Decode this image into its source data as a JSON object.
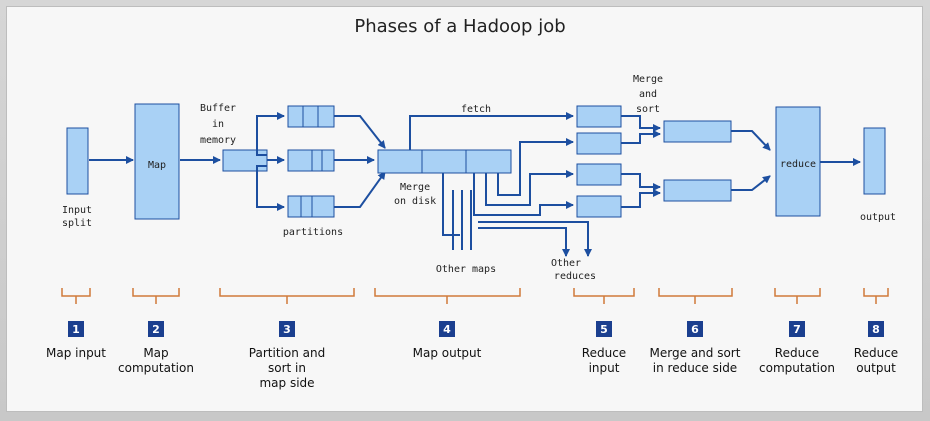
{
  "title": "Phases of a Hadoop job",
  "labels": {
    "input_split_1": "Input",
    "input_split_2": "split",
    "map": "Map",
    "buffer_1": "Buffer",
    "buffer_2": "in",
    "buffer_3": "memory",
    "partitions": "partitions",
    "fetch": "fetch",
    "merge_disk_1": "Merge",
    "merge_disk_2": "on disk",
    "other_maps": "Other maps",
    "other_reduces_1": "Other",
    "other_reduces_2": "reduces",
    "merge_sort_1": "Merge",
    "merge_sort_2": "and",
    "merge_sort_3": "sort",
    "reduce": "reduce",
    "output": "output"
  },
  "phases": [
    {
      "num": "1",
      "line1": "Map input",
      "line2": "",
      "line3": ""
    },
    {
      "num": "2",
      "line1": "Map",
      "line2": "computation",
      "line3": ""
    },
    {
      "num": "3",
      "line1": "Partition and",
      "line2": "sort in",
      "line3": "map side"
    },
    {
      "num": "4",
      "line1": "Map output",
      "line2": "",
      "line3": ""
    },
    {
      "num": "5",
      "line1": "Reduce",
      "line2": "input",
      "line3": ""
    },
    {
      "num": "6",
      "line1": "Merge and sort",
      "line2": "in reduce side",
      "line3": ""
    },
    {
      "num": "7",
      "line1": "Reduce",
      "line2": "computation",
      "line3": ""
    },
    {
      "num": "8",
      "line1": "Reduce",
      "line2": "output",
      "line3": ""
    }
  ],
  "colors": {
    "box_fill": "#a9d1f5",
    "arrow": "#1d4fa0",
    "bracket": "#d07a3a",
    "badge": "#1b3f8f"
  }
}
